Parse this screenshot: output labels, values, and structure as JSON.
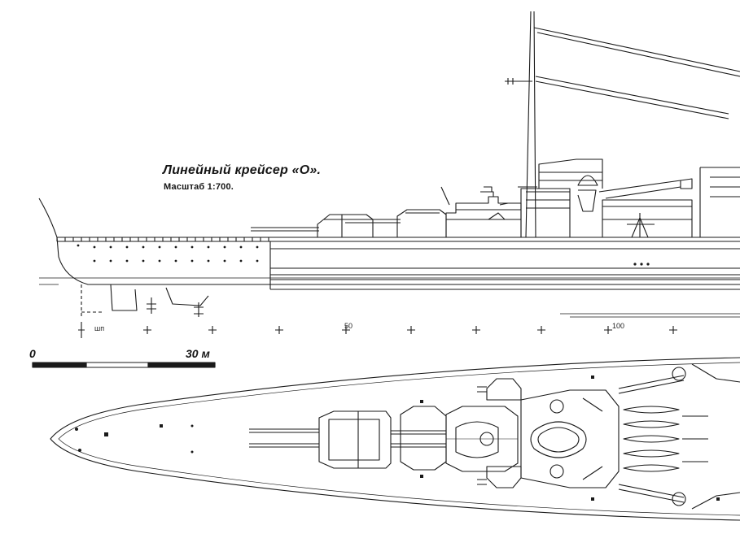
{
  "drawing": {
    "title": "Линейный крейсер «О».",
    "subtitle": "Масштаб 1:700.",
    "scale_bar": {
      "start_label": "0",
      "end_label": "30 м"
    },
    "station_labels": {
      "frame_label": "шп",
      "label_50": "50",
      "label_100": "100"
    }
  },
  "colors": {
    "line": "#1a1a1a",
    "background": "#ffffff"
  }
}
